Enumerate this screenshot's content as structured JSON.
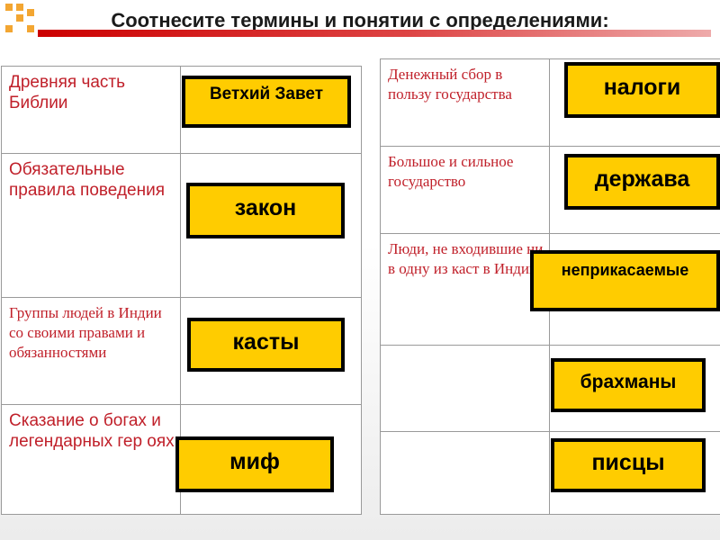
{
  "title": "Соотнесите термины и понятии с определениями:",
  "left_definitions": [
    "Древняя часть Библии",
    "Обязательные правила поведения",
    "Группы людей в Индии со своими правами и обязанностями",
    "Сказание о богах и легендарных гер оях"
  ],
  "left_terms": [
    "Ветхий Завет",
    "закон",
    "касты",
    "миф"
  ],
  "right_definitions": [
    "Денежный сбор в пользу государства",
    "Большое и сильное государство",
    "Люди, не входившие ни в одну из каст в Индии",
    "",
    ""
  ],
  "right_terms": [
    "налоги",
    "держава",
    "неприкасаемые",
    "брахманы",
    "писцы"
  ],
  "colors": {
    "term_fill": "#ffcc00",
    "definition_text": "#c0202a",
    "title_bar": "#cc0000"
  }
}
